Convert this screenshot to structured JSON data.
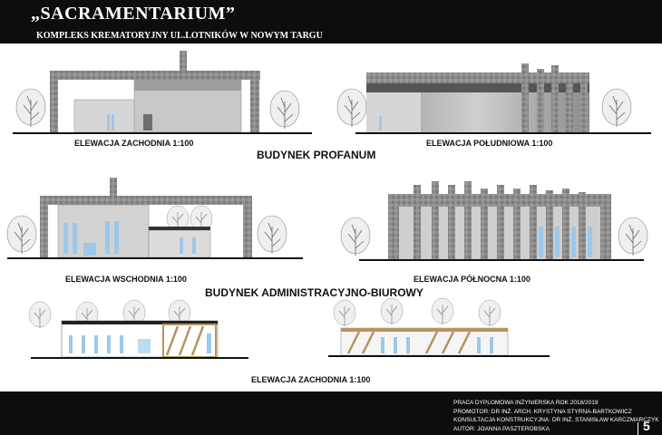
{
  "header": {
    "title": "„SACRAMENTARIUM”",
    "subtitle": "KOMPLEKS KREMATORYJNY UL.LOTNIKÓW W NOWYM TARGU"
  },
  "sections": {
    "profanum": "BUDYNEK PROFANUM",
    "administracyjny": "BUDYNEK ADMINISTRACYJNO-BIUROWY"
  },
  "elevations": {
    "zachodnia_1": "ELEWACJA ZACHODNIA 1:100",
    "poludniowa": "ELEWACJA POŁUDNIOWA 1:100",
    "wschodnia": "ELEWACJA WSCHODNIA 1:100",
    "polnocna": "ELEWACJA PÓŁNOCNA 1:100",
    "zachodnia_2": "ELEWACJA ZACHODNIA 1:100"
  },
  "footer": {
    "credits": [
      "PRACA DYPLOMOWA INŻYNIERSKA ROK 2018/2019",
      "PROMOTOR: DR INŻ. ARCH. KRYSTYNA STYRNA-BARTKOWICZ",
      "KONSULTACJA KONSTRUKCYJNA: DR INŻ. STANISŁAW KARCZMARCZYK",
      "AUTOR: JOANNA PASZTEROBSKA"
    ],
    "page_number": "5"
  },
  "colors": {
    "background": "#ffffff",
    "bars": "#0d0d0d",
    "wall": "#d9d9d9",
    "stone": "#8a8a8a",
    "glass": "#9cc8ec",
    "wood": "#b59460"
  }
}
